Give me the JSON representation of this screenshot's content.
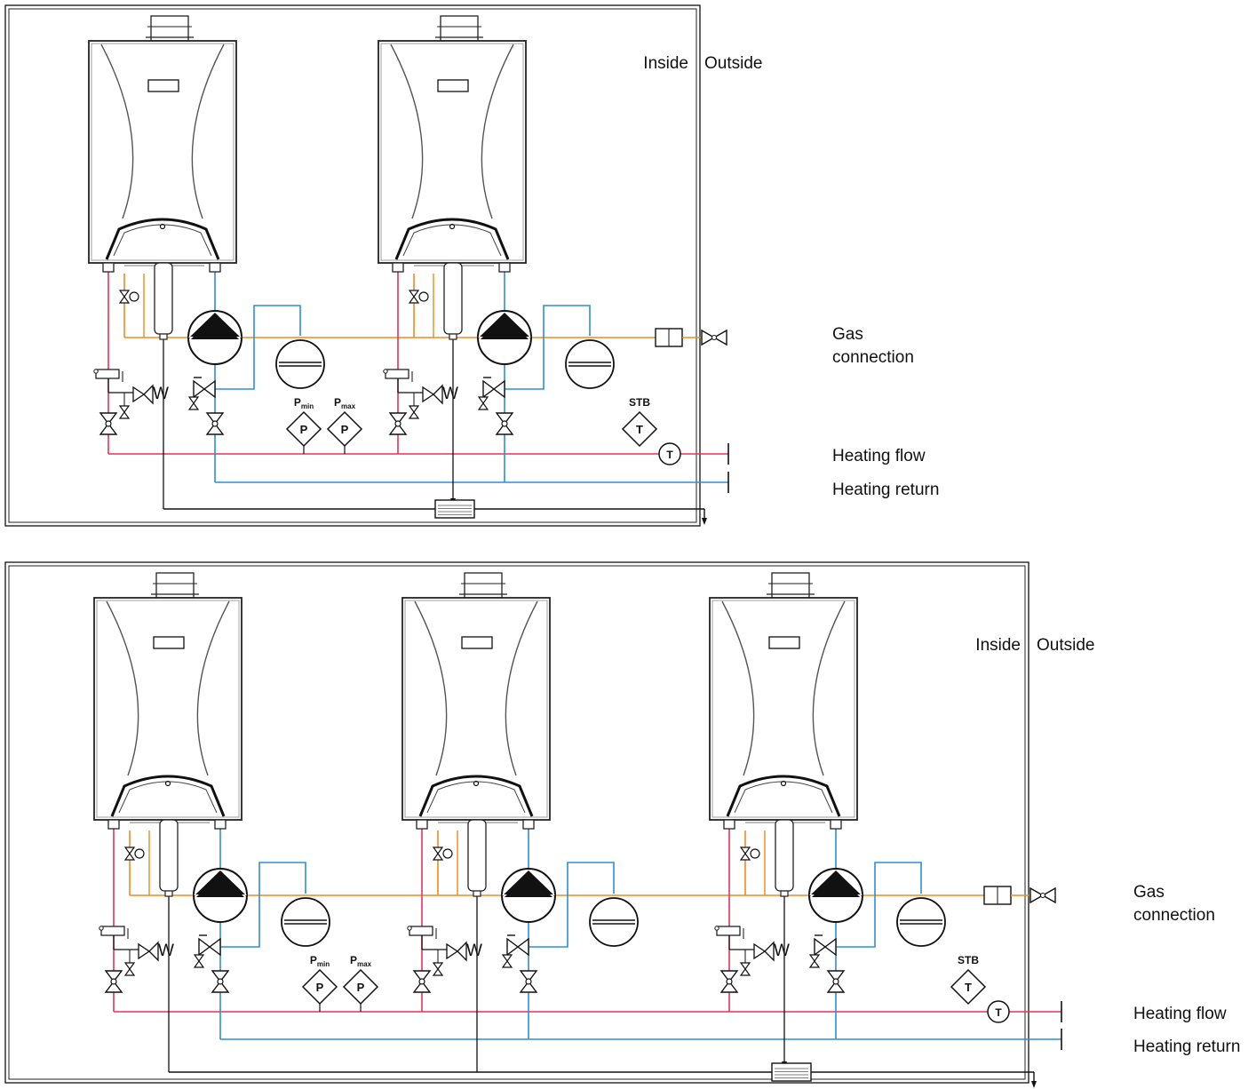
{
  "colors": {
    "flow": "#e8325a",
    "return": "#2f8ed8",
    "gas": "#f08a1c",
    "drain": "#111111",
    "outline": "#222222"
  },
  "labels": {
    "inside": "Inside",
    "outside": "Outside",
    "gas_line1": "Gas",
    "gas_line2": "connection",
    "heating_flow": "Heating flow",
    "heating_return": "Heating return",
    "stb": "STB",
    "p_min_base": "P",
    "p_min_sub": "min",
    "p_max_base": "P",
    "p_max_sub": "max",
    "pressure_symbol": "P",
    "temp_symbol": "T",
    "w_symbol": "W"
  },
  "diagrams": [
    {
      "id": "two-boiler-cascade",
      "boiler_count": 2
    },
    {
      "id": "three-boiler-cascade",
      "boiler_count": 3
    }
  ],
  "icons": [
    "boiler-icon",
    "pump-icon",
    "expansion-vessel-icon",
    "valve-icon",
    "safety-valve-icon",
    "pressure-switch-icon",
    "thermostat-icon",
    "gas-filter-icon",
    "gas-valve-icon",
    "condensate-neutralizer-icon"
  ]
}
